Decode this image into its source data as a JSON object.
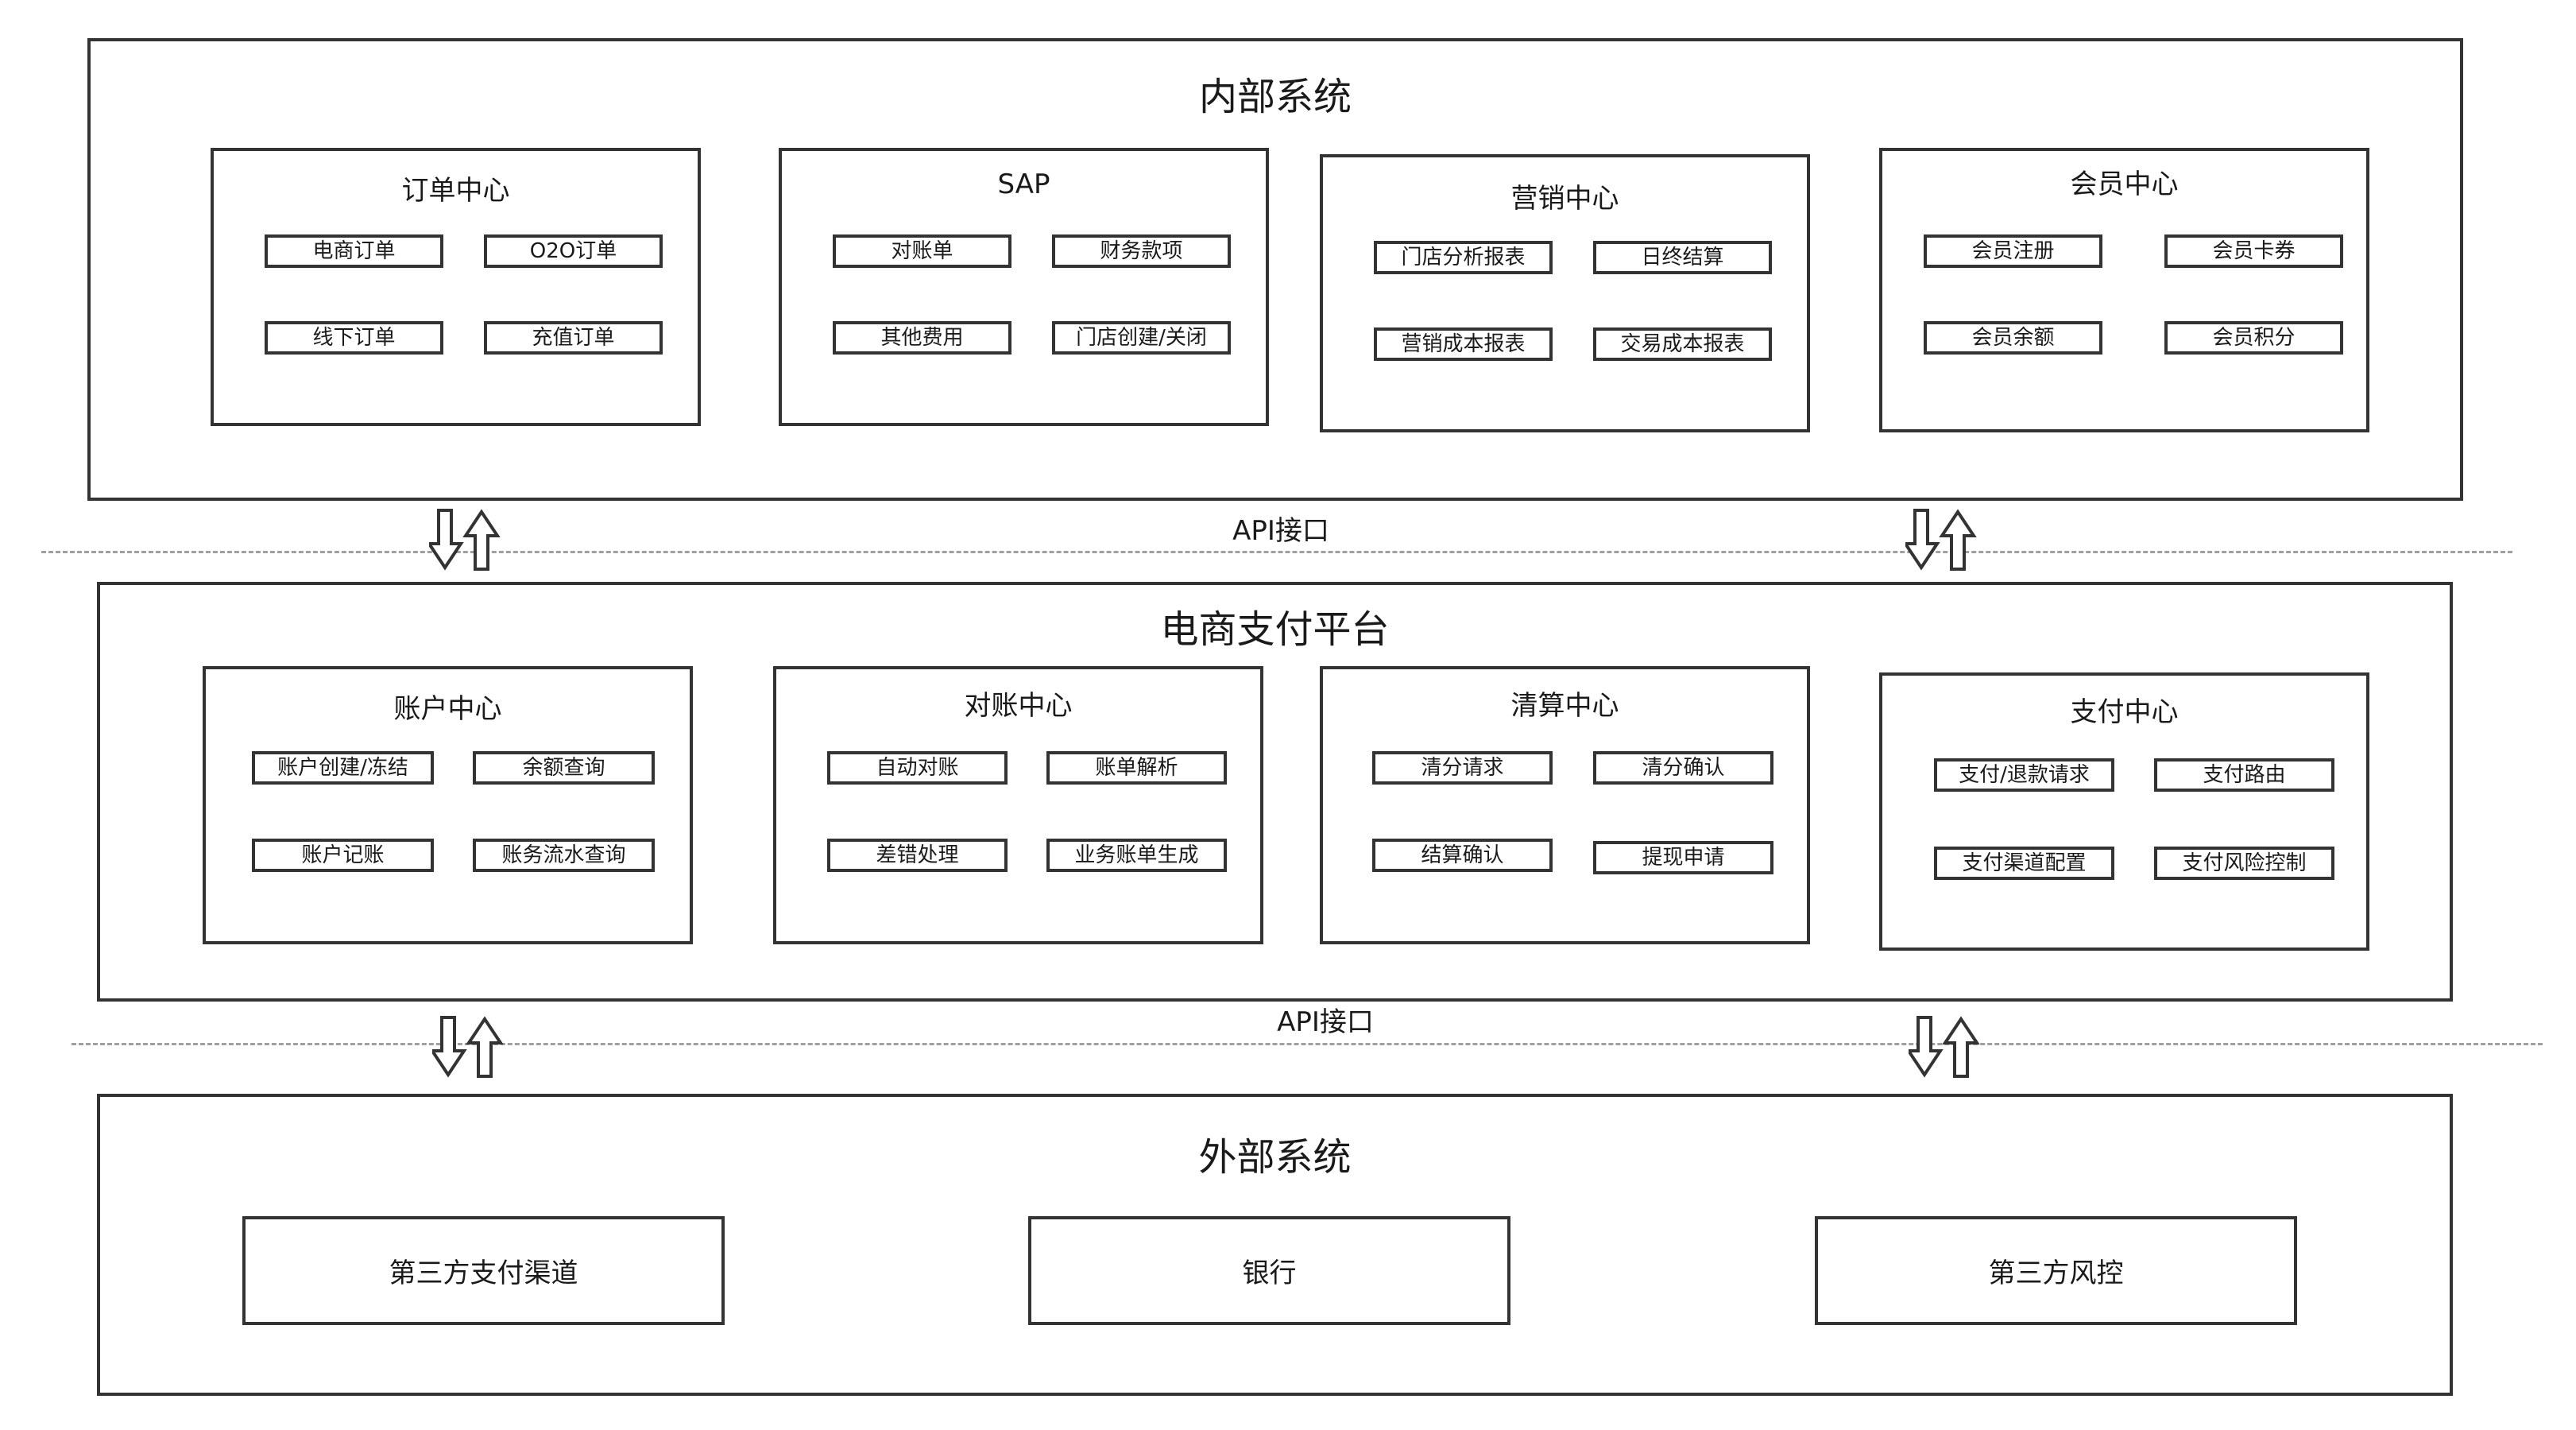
{
  "internal": {
    "title": "内部系统",
    "modules": [
      {
        "title": "订单中心",
        "items": [
          "电商订单",
          "O2O订单",
          "线下订单",
          "充值订单"
        ]
      },
      {
        "title": "SAP",
        "items": [
          "对账单",
          "财务款项",
          "其他费用",
          "门店创建/关闭"
        ]
      },
      {
        "title": "营销中心",
        "items": [
          "门店分析报表",
          "日终结算",
          "营销成本报表",
          "交易成本报表"
        ]
      },
      {
        "title": "会员中心",
        "items": [
          "会员注册",
          "会员卡券",
          "会员余额",
          "会员积分"
        ]
      }
    ]
  },
  "api_label_top": "API接口",
  "platform": {
    "title": "电商支付平台",
    "modules": [
      {
        "title": "账户中心",
        "items": [
          "账户创建/冻结",
          "余额查询",
          "账户记账",
          "账务流水查询"
        ]
      },
      {
        "title": "对账中心",
        "items": [
          "自动对账",
          "账单解析",
          "差错处理",
          "业务账单生成"
        ]
      },
      {
        "title": "清算中心",
        "items": [
          "清分请求",
          "清分确认",
          "结算确认",
          "提现申请"
        ]
      },
      {
        "title": "支付中心",
        "items": [
          "支付/退款请求",
          "支付路由",
          "支付渠道配置",
          "支付风险控制"
        ]
      }
    ]
  },
  "api_label_bottom": "API接口",
  "external": {
    "title": "外部系统",
    "items": [
      "第三方支付渠道",
      "银行",
      "第三方风控"
    ]
  }
}
